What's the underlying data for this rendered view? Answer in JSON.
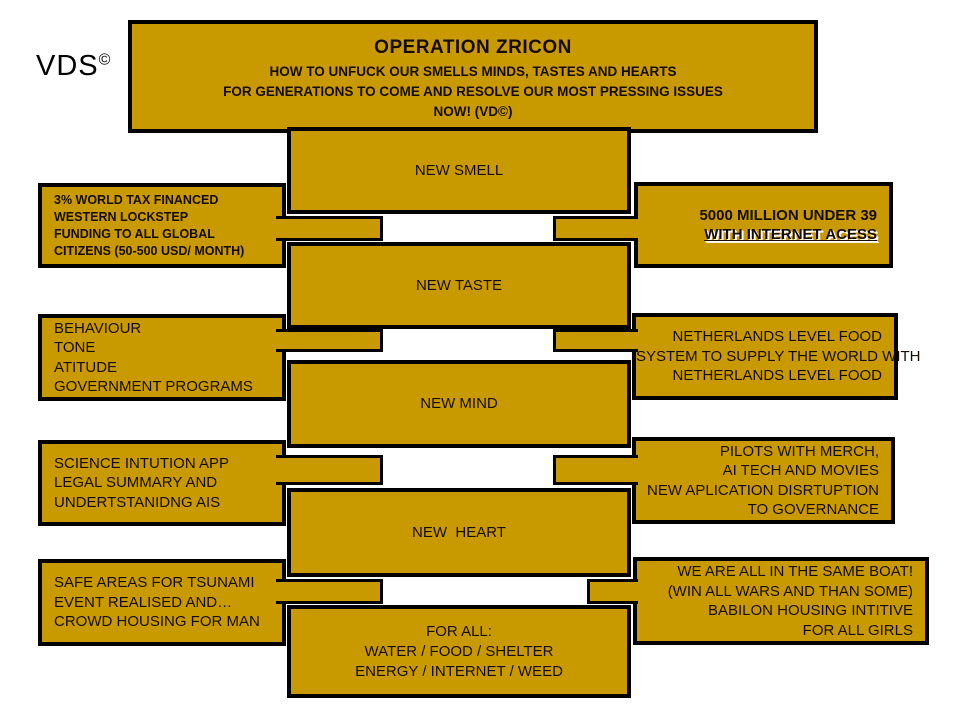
{
  "colors": {
    "gold": "#C99A00",
    "border": "#000000",
    "text": "#160B00",
    "background": "#FFFFFF"
  },
  "logo": {
    "name": "VDS",
    "mark": "©"
  },
  "header": {
    "title": "OPERATION ZRICON",
    "line1": "HOW TO UNFUCK OUR SMELLS MINDS, TASTES AND HEARTS",
    "line2": "FOR GENERATIONS TO COME AND RESOLVE OUR MOST PRESSING ISSUES",
    "line3": "NOW! (VD©)"
  },
  "center": {
    "smell": "NEW SMELL",
    "taste": "NEW TASTE",
    "mind": "NEW MIND",
    "heart": "NEW  HEART",
    "forall": {
      "l1": "FOR ALL:",
      "l2": "WATER / FOOD / SHELTER",
      "l3": "ENERGY / INTERNET / WEED"
    }
  },
  "left": {
    "box1": {
      "l1": "3% WORLD TAX FINANCED",
      "l2": "WESTERN LOCKSTEP",
      "l3": "FUNDING TO ALL GLOBAL",
      "l4": "CITIZENS (50-500 USD/ MONTH)"
    },
    "box2": {
      "l1": "BEHAVIOUR",
      "l2": "TONE",
      "l3": "ATITUDE",
      "l4": "GOVERNMENT PROGRAMS"
    },
    "box3": {
      "l1": "SCIENCE INTUTION APP",
      "l2": "LEGAL SUMMARY AND",
      "l3": "UNDERTSTANIDNG AIS"
    },
    "box4": {
      "l1": "SAFE AREAS FOR TSUNAMI",
      "l2": "EVENT REALISED AND…",
      "l3": "CROWD HOUSING FOR MAN"
    }
  },
  "right": {
    "box1": {
      "l1": "5000 MILLION UNDER 39",
      "l2": "WITH INTERNET ACESS"
    },
    "box2": {
      "l1": "NETHERLANDS LEVEL FOOD",
      "l2": "SYSTEM TO SUPPLY THE WORLD WITH",
      "l3": "NETHERLANDS LEVEL FOOD"
    },
    "box3": {
      "l1": "PILOTS WITH MERCH,",
      "l2": "AI TECH AND MOVIES",
      "l3": "NEW APLICATION DISRTUPTION",
      "l4": "TO GOVERNANCE"
    },
    "box4": {
      "l1": "WE ARE ALL IN THE SAME BOAT!",
      "l2": "(WIN ALL WARS AND THAN SOME)",
      "l3": "BABILON HOUSING INTITIVE",
      "l4": "FOR ALL GIRLS"
    }
  }
}
